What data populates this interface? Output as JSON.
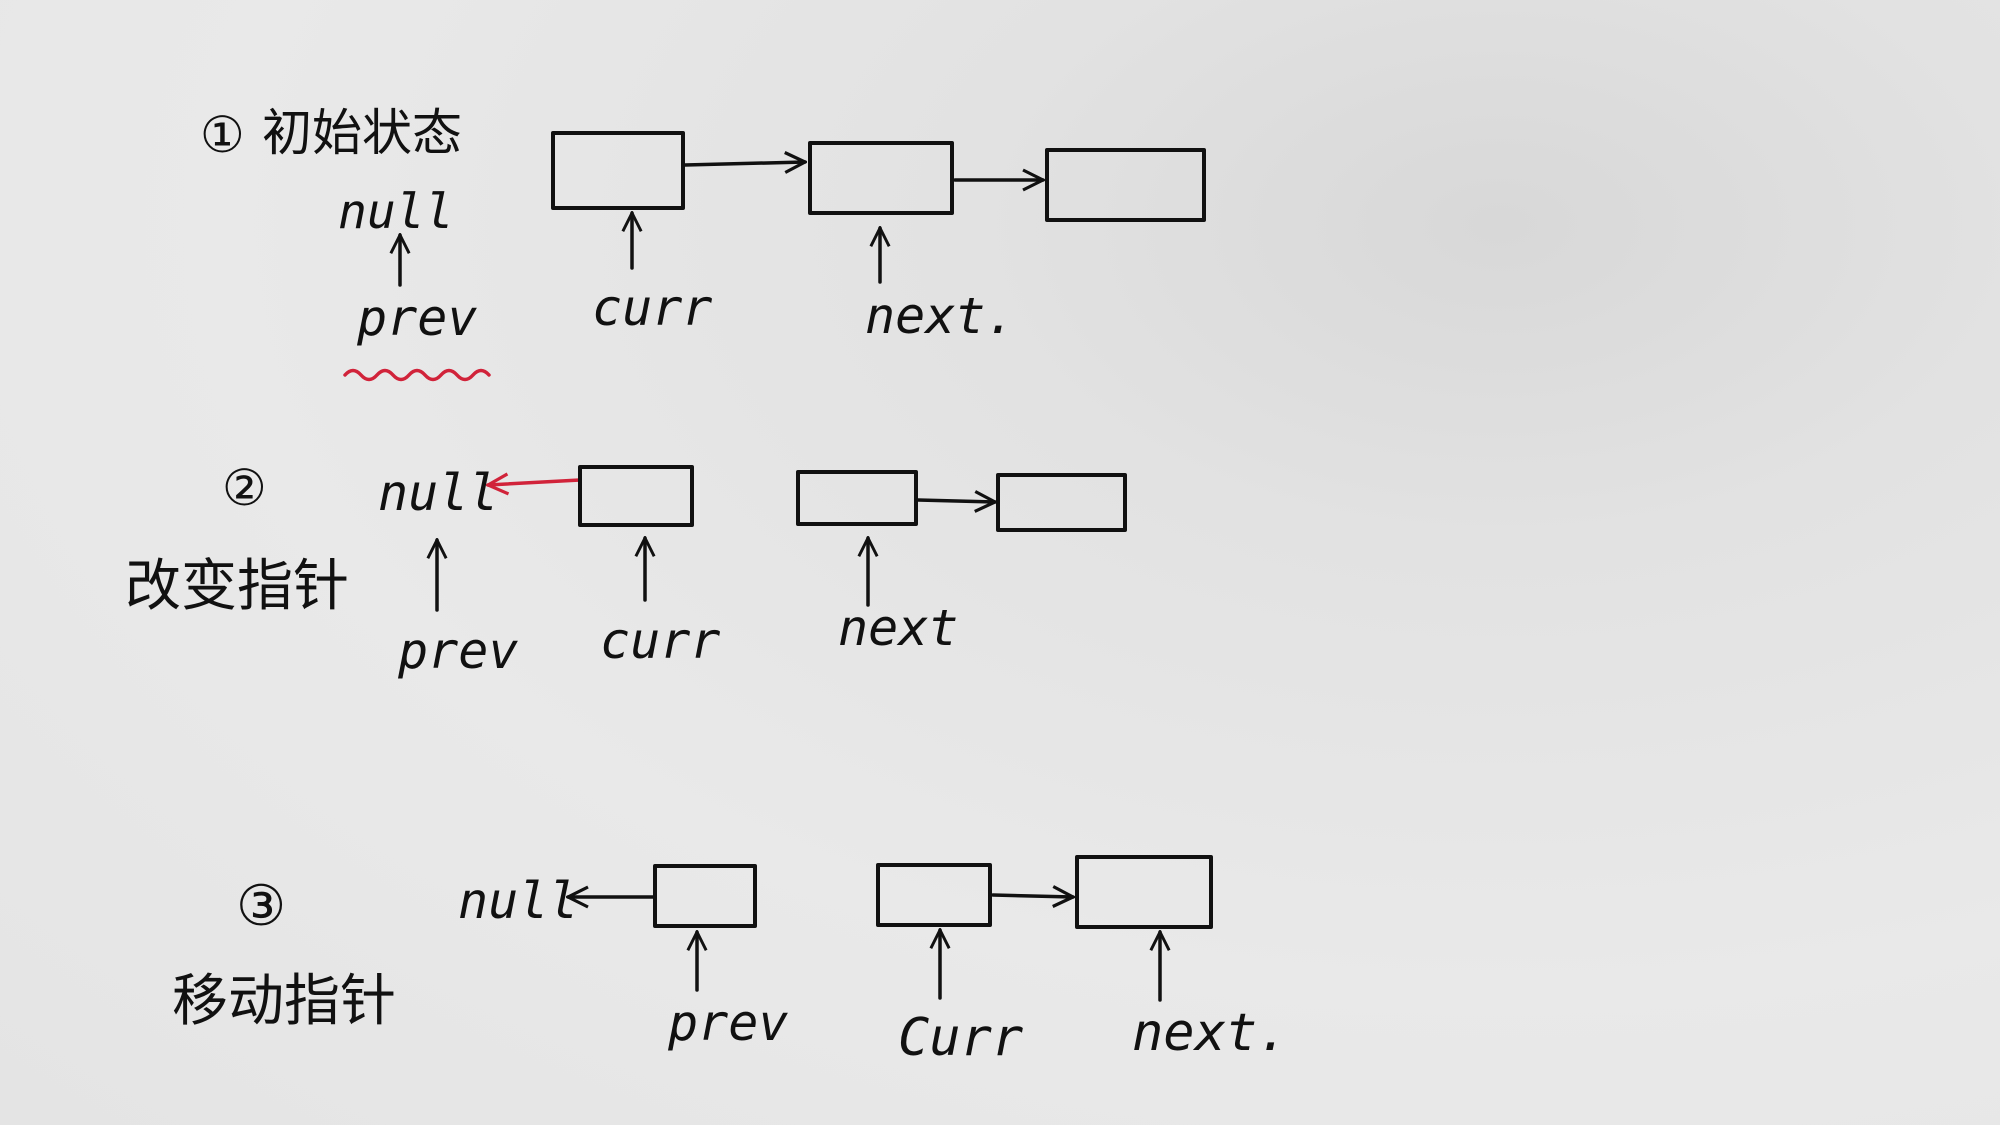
{
  "colors": {
    "ink": "#111111",
    "highlight": "#d1233a",
    "paper": "#e6e6e6"
  },
  "steps": [
    {
      "marker": "①",
      "title": "初始状态",
      "null_label": "null",
      "labels": [
        "prev",
        "curr",
        "next."
      ]
    },
    {
      "marker": "②",
      "title": "改变指针",
      "null_label": "null",
      "labels": [
        "prev",
        "curr",
        "next"
      ]
    },
    {
      "marker": "③",
      "title": "移动指针",
      "null_label": "null",
      "labels": [
        "prev",
        "Curr",
        "next."
      ]
    }
  ]
}
